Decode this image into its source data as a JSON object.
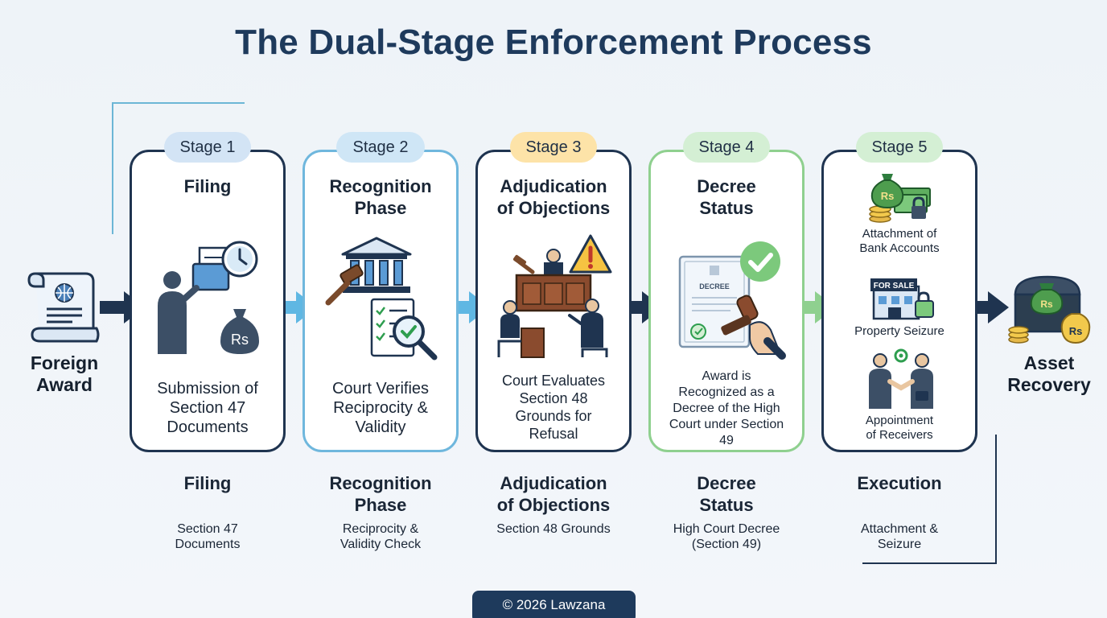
{
  "title": "The Dual-Stage Enforcement Process",
  "start": {
    "line1": "Foreign",
    "line2": "Award"
  },
  "end": {
    "line1": "Asset",
    "line2": "Recovery"
  },
  "stages": [
    {
      "label": "Stage 1",
      "title": "Filing",
      "desc": [
        "Submission of",
        "Section 47",
        "Documents"
      ],
      "sub_title": "Filing",
      "sub_desc": [
        "Section 47",
        "Documents"
      ]
    },
    {
      "label": "Stage 2",
      "title": "Recognition Phase",
      "desc": [
        "Court Verifies",
        "Reciprocity &",
        "Validity"
      ],
      "sub_title": "Recognition Phase",
      "sub_desc": [
        "Reciprocity &",
        "Validity Check"
      ]
    },
    {
      "label": "Stage 3",
      "title": "Adjudication of Objections",
      "desc": [
        "Court Evaluates",
        "Section 48",
        "Grounds for",
        "Refusal"
      ],
      "sub_title": "Adjudication of Objections",
      "sub_desc": [
        "Section 48 Grounds"
      ]
    },
    {
      "label": "Stage 4",
      "title": "Decree Status",
      "desc": [
        "Award is",
        "Recognized as a",
        "Decree of the High",
        "Court under Section",
        "49"
      ],
      "sub_title": "Decree Status",
      "sub_desc": [
        "High Court Decree",
        "(Section 49)"
      ]
    },
    {
      "label": "Stage 5",
      "items": [
        "Attachment of Bank Accounts",
        "Property Seizure",
        "Appointment of Receivers"
      ],
      "sub_title": "Execution",
      "sub_desc": [
        "Attachment &",
        "Seizure"
      ]
    }
  ],
  "icon_text": {
    "rupee": "Rs",
    "decree": "DECREE",
    "for_sale": "FOR SALE"
  },
  "icons": [
    "globe-scroll-icon",
    "person-laptop-icon",
    "clock-icon",
    "money-bag-icon",
    "courthouse-icon",
    "gavel-icon",
    "checklist-icon",
    "magnifier-icon",
    "warning-icon",
    "courtroom-icon",
    "decree-certificate-icon",
    "check-badge-icon",
    "stamp-icon",
    "locked-money-icon",
    "for-sale-building-icon",
    "handshake-icon",
    "treasure-chest-icon"
  ],
  "colors": {
    "title": "#1e3a5c",
    "navy": "#1f3450",
    "pill1": "#d3e4f5",
    "pill2": "#cfe6f6",
    "pill3": "#fde3a8",
    "pill4": "#d4efd4",
    "pill5": "#d4efd4",
    "arrow_navy": "#1f3450",
    "arrow_blue": "#5fb7e3",
    "arrow_green": "#8fd08f",
    "footer_bg": "#1e3a5c"
  },
  "footer": "© 2026 Lawzana"
}
